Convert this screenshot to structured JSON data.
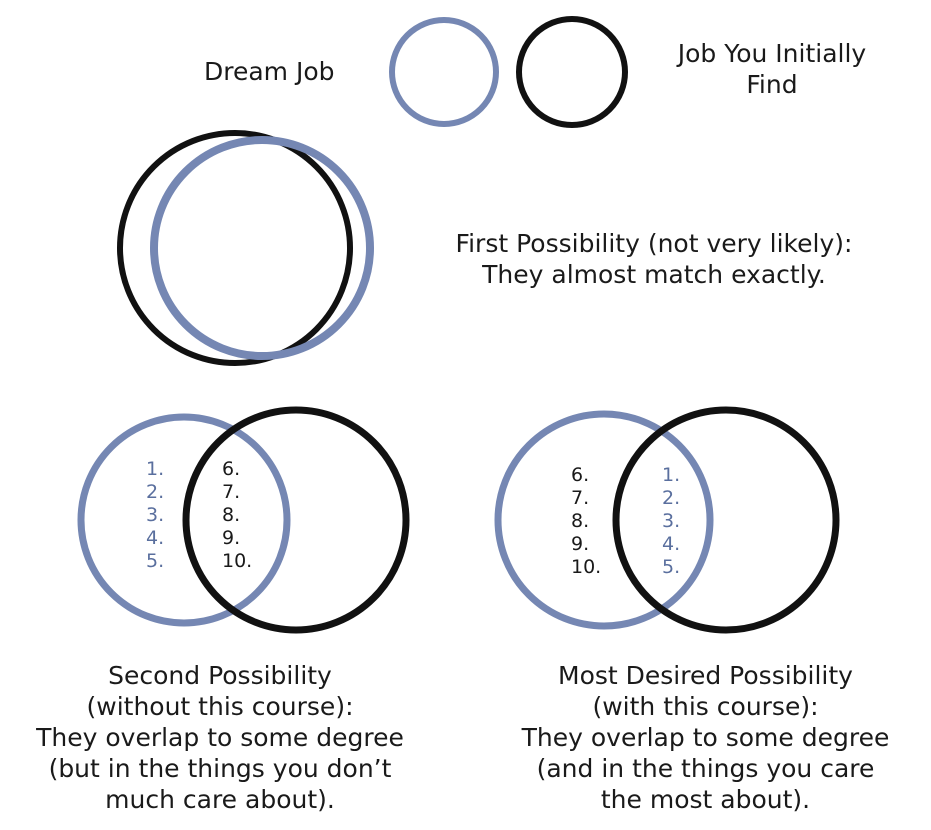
{
  "colors": {
    "dream_job": "#7587b3",
    "initial_job": "#111111",
    "dream_text": "#5a6f9e",
    "text": "#1a1a1a"
  },
  "legend": {
    "dream_job_label": "Dream Job",
    "initial_job_label_line1": "Job You Initially",
    "initial_job_label_line2": "Find"
  },
  "first_possibility": {
    "line1": "First Possibility (not very likely):",
    "line2": "They almost match exactly."
  },
  "second_possibility": {
    "dream_items": [
      "1.",
      "2.",
      "3.",
      "4.",
      "5."
    ],
    "overlap_items": [
      "6.",
      "7.",
      "8.",
      "9.",
      "10."
    ],
    "caption": [
      "Second Possibility",
      "(without this course):",
      "They overlap to some degree",
      "(but in the things you don’t",
      "much care about)."
    ]
  },
  "most_desired_possibility": {
    "dream_items": [
      "6.",
      "7.",
      "8.",
      "9.",
      "10."
    ],
    "overlap_items": [
      "1.",
      "2.",
      "3.",
      "4.",
      "5."
    ],
    "caption": [
      "Most Desired Possibility",
      "(with this course):",
      "They overlap to some degree",
      "(and in the things you care",
      "the most about)."
    ]
  }
}
